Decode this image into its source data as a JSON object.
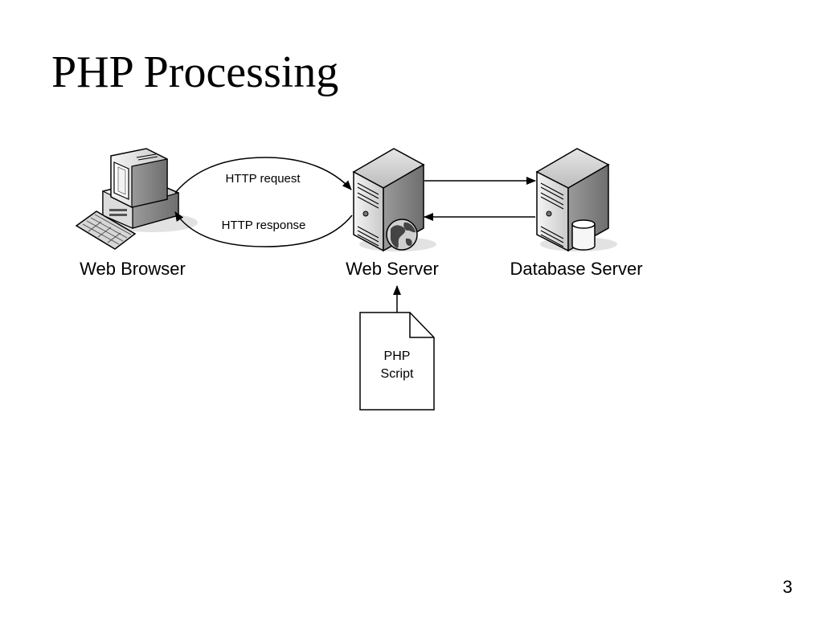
{
  "title": "PHP Processing",
  "nodes": {
    "web_browser": "Web Browser",
    "web_server": "Web Server",
    "database_server": "Database Server"
  },
  "edges": {
    "http_request": "HTTP request",
    "http_response": "HTTP response"
  },
  "document": {
    "line1": "PHP",
    "line2": "Script"
  },
  "icons": {
    "browser": "desktop-computer-icon",
    "web_server": "web-server-tower-icon",
    "globe": "globe-icon",
    "database_server": "database-server-tower-icon",
    "cylinder": "database-cylinder-icon",
    "document": "document-icon"
  },
  "page_number": "3"
}
